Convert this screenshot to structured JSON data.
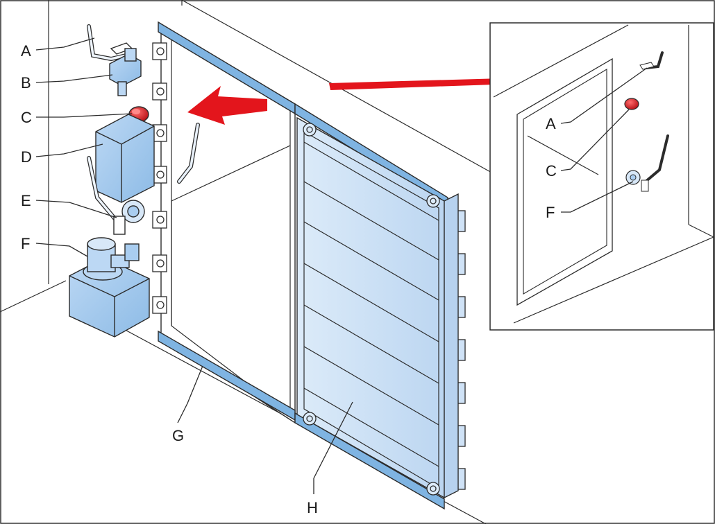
{
  "figure": {
    "colors": {
      "component_blue": "#a9cdf0",
      "component_blue_dark": "#7fb0de",
      "rail_blue": "#7fb4e2",
      "door_fill": "#cfe2f6",
      "marker_red": "#e1141b",
      "arrow_red": "#e3151c",
      "line": "#2b2b2b"
    },
    "labels_main": {
      "A": "A",
      "B": "B",
      "C": "C",
      "D": "D",
      "E": "E",
      "F": "F",
      "G": "G",
      "H": "H"
    },
    "labels_inset": {
      "A": "A",
      "C": "C",
      "F": "F"
    }
  }
}
